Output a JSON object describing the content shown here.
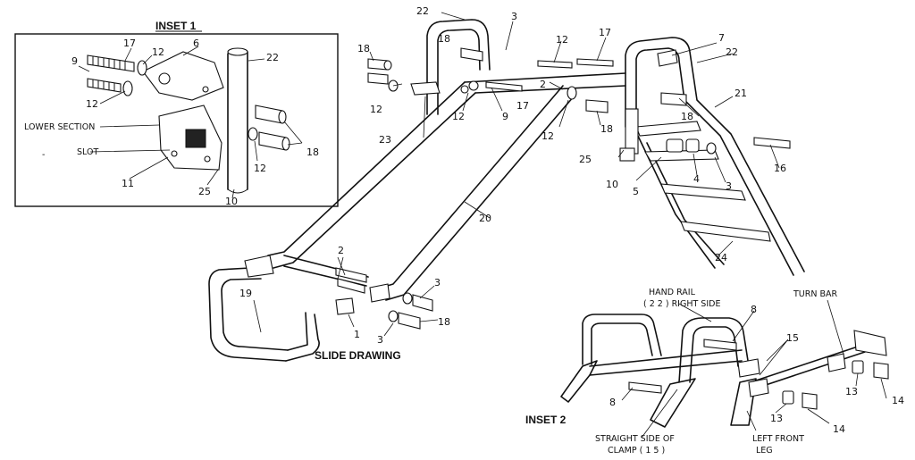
{
  "titles": {
    "inset1": "INSET 1",
    "slide": "SLIDE DRAWING",
    "inset2": "INSET 2"
  },
  "inset1_labels": {
    "lower_section": "LOWER SECTION",
    "slot": "SLOT",
    "dash": "-",
    "n6": "6",
    "n9": "9",
    "n10": "10",
    "n11": "11",
    "n12a": "12",
    "n12b": "12",
    "n12c": "12",
    "n17": "17",
    "n18": "18",
    "n22": "22",
    "n25": "25"
  },
  "main_labels": {
    "n1": "1",
    "n2a": "2",
    "n2b": "2",
    "n3a": "3",
    "n3b": "3",
    "n3c": "3",
    "n3d": "3",
    "n4": "4",
    "n5": "5",
    "n7": "7",
    "n9": "9",
    "n10": "10",
    "n12a": "12",
    "n12b": "12",
    "n12c": "12",
    "n12d": "12",
    "n16": "16",
    "n17a": "17",
    "n17b": "17",
    "n18a": "18",
    "n18b": "18",
    "n18c": "18",
    "n18d": "18",
    "n19": "19",
    "n20": "20",
    "n21": "21",
    "n22a": "22",
    "n22b": "22",
    "n23": "23",
    "n24": "24",
    "n25": "25"
  },
  "inset2_labels": {
    "hand_rail_1": "HAND RAIL",
    "hand_rail_2": "( 2 2 ) RIGHT SIDE",
    "turn_bar": "TURN BAR",
    "straight_1": "STRAIGHT SIDE OF",
    "straight_2": "CLAMP ( 1 5 )",
    "left_front_1": "LEFT FRONT",
    "left_front_2": "LEG",
    "n8a": "8",
    "n8b": "8",
    "n13a": "13",
    "n13b": "13",
    "n14a": "14",
    "n14b": "14",
    "n15": "15"
  }
}
